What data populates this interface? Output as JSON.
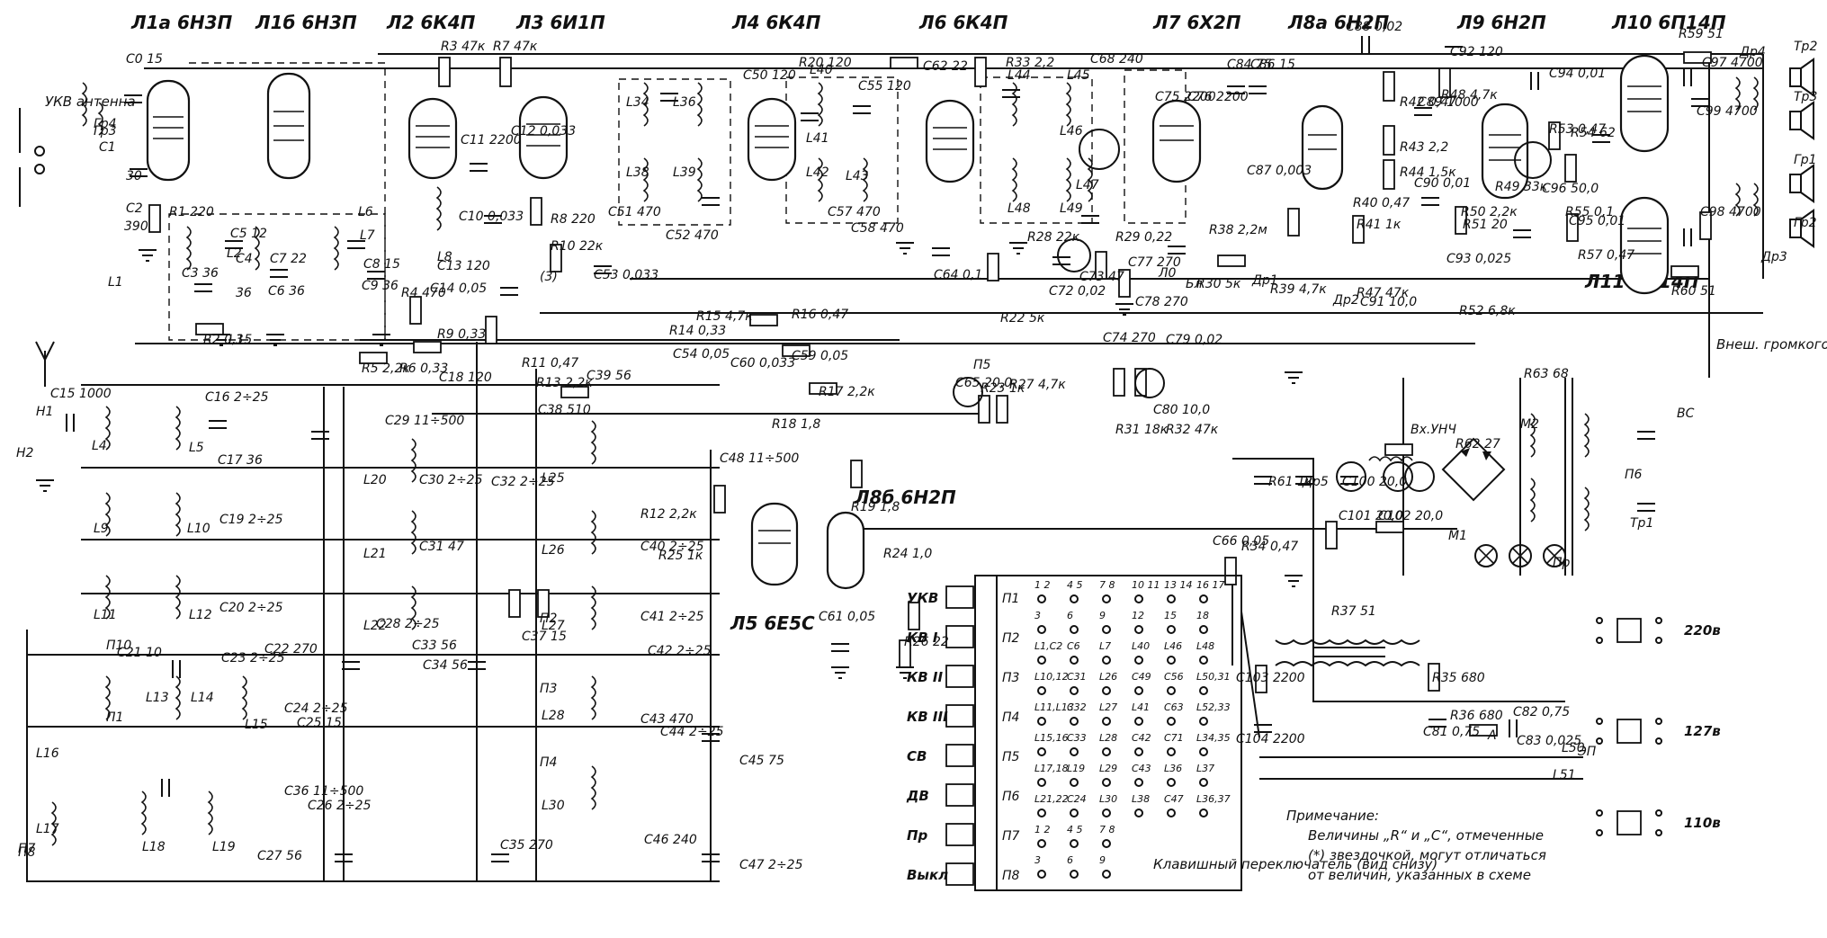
{
  "tube_labels": [
    {
      "text": "Л1а 6Н3П"
    },
    {
      "text": "Л1б 6Н3П"
    },
    {
      "text": "Л2 6К4П"
    },
    {
      "text": "Л3 6И1П"
    },
    {
      "text": "Л4 6К4П"
    },
    {
      "text": "Л6 6К4П"
    },
    {
      "text": "Л7 6Х2П"
    },
    {
      "text": "Л8а 6Н2П"
    },
    {
      "text": "Л9 6Н2П"
    },
    {
      "text": "Л10 6П14П"
    },
    {
      "text": "Л11 6П14П"
    },
    {
      "text": "Л8б 6Н2П"
    },
    {
      "text": "Л5 6Е5С"
    }
  ],
  "component_labels": [
    {
      "text": "C0 15"
    },
    {
      "text": "C1"
    },
    {
      "text": "30"
    },
    {
      "text": "C2"
    },
    {
      "text": "390"
    },
    {
      "text": "R1 220"
    },
    {
      "text": "C3 36"
    },
    {
      "text": "C5 12"
    },
    {
      "text": "C4"
    },
    {
      "text": "36"
    },
    {
      "text": "R2 0,15"
    },
    {
      "text": "C6 36"
    },
    {
      "text": "C7 22"
    },
    {
      "text": "L6"
    },
    {
      "text": "L7"
    },
    {
      "text": "C8 15"
    },
    {
      "text": "C9 36"
    },
    {
      "text": "L8"
    },
    {
      "text": "C10 0,033"
    },
    {
      "text": "C11 2200"
    },
    {
      "text": "R3 47к"
    },
    {
      "text": "R7 47к"
    },
    {
      "text": "C12 0,033"
    },
    {
      "text": "R8 220"
    },
    {
      "text": "R4 470"
    },
    {
      "text": "C14 0,05"
    },
    {
      "text": "R9 0,33"
    },
    {
      "text": "C13 120"
    },
    {
      "text": "R5 2,2к"
    },
    {
      "text": "R6 0,33"
    },
    {
      "text": "C18 120"
    },
    {
      "text": "R10 22к"
    },
    {
      "text": "R11 0,47"
    },
    {
      "text": "R13 2,2к"
    },
    {
      "text": "C39 56"
    },
    {
      "text": "C38 510"
    },
    {
      "text": "R15 4,7к"
    },
    {
      "text": "R14 0,33"
    },
    {
      "text": "C54 0,05"
    },
    {
      "text": "R16 0,47"
    },
    {
      "text": "C59 0,05"
    },
    {
      "text": "C60 0,033"
    },
    {
      "text": "R17 2,2к"
    },
    {
      "text": "C53 0,033"
    },
    {
      "text": "C50 120"
    },
    {
      "text": "C51 470"
    },
    {
      "text": "C52 470"
    },
    {
      "text": "R20 120"
    },
    {
      "text": "C55 120"
    },
    {
      "text": "C57 470"
    },
    {
      "text": "C58 470"
    },
    {
      "text": "C62 22"
    },
    {
      "text": "R33 2,2"
    },
    {
      "text": "C64 0,1"
    },
    {
      "text": "C65 20,0"
    },
    {
      "text": "R23 1к"
    },
    {
      "text": "R22 5к"
    },
    {
      "text": "R27 4,7к"
    },
    {
      "text": "R26 22"
    },
    {
      "text": "R28 22к"
    },
    {
      "text": "C72 0,02"
    },
    {
      "text": "R29 0,22"
    },
    {
      "text": "C73 47"
    },
    {
      "text": "C68 240"
    },
    {
      "text": "C74 270"
    },
    {
      "text": "C79 0,02"
    },
    {
      "text": "C80 10,0"
    },
    {
      "text": "R31 18к"
    },
    {
      "text": "R32 47к"
    },
    {
      "text": "C75 2200"
    },
    {
      "text": "C76 2200"
    },
    {
      "text": "C77 270"
    },
    {
      "text": "C78 270"
    },
    {
      "text": "R30 5к"
    },
    {
      "text": "R38 2,2м"
    },
    {
      "text": "C84 75"
    },
    {
      "text": "C86 15"
    },
    {
      "text": "C87 0,003"
    },
    {
      "text": "R39 4,7к"
    },
    {
      "text": "C88 0,02"
    },
    {
      "text": "C89 1000"
    },
    {
      "text": "R42 0,47"
    },
    {
      "text": "R43 2,2"
    },
    {
      "text": "R44 1,5к"
    },
    {
      "text": "C90 0,01"
    },
    {
      "text": "R40 0,47"
    },
    {
      "text": "R41 1к"
    },
    {
      "text": "R47 47к"
    },
    {
      "text": "C91 10,0"
    },
    {
      "text": "C92 120"
    },
    {
      "text": "R48 4,7к"
    },
    {
      "text": "R49 33к"
    },
    {
      "text": "R50 2,2к"
    },
    {
      "text": "R51 20"
    },
    {
      "text": "C93 0,025"
    },
    {
      "text": "R52 6,8к"
    },
    {
      "text": "C94 0,01"
    },
    {
      "text": "R53 0,47"
    },
    {
      "text": "C96 50,0"
    },
    {
      "text": "R54 62"
    },
    {
      "text": "R55 0,1"
    },
    {
      "text": "C95 0,01"
    },
    {
      "text": "R57 0,47"
    },
    {
      "text": "R59 51"
    },
    {
      "text": "C97 4700"
    },
    {
      "text": "C99 4700"
    },
    {
      "text": "C98 4700"
    },
    {
      "text": "R60 51"
    },
    {
      "text": "C15 1000"
    },
    {
      "text": "C16 2÷25"
    },
    {
      "text": "C17 36"
    },
    {
      "text": "C19 2÷25"
    },
    {
      "text": "C20 2÷25"
    },
    {
      "text": "C21 10"
    },
    {
      "text": "C23 2÷25"
    },
    {
      "text": "C22 270"
    },
    {
      "text": "C24 2÷25"
    },
    {
      "text": "C25 15"
    },
    {
      "text": "C26 2÷25"
    },
    {
      "text": "C27 56"
    },
    {
      "text": "C28 2÷25"
    },
    {
      "text": "C29 11÷500"
    },
    {
      "text": "C30 2÷25"
    },
    {
      "text": "C31 47"
    },
    {
      "text": "C32 2÷25"
    },
    {
      "text": "C33 56"
    },
    {
      "text": "C34 56"
    },
    {
      "text": "C35 270"
    },
    {
      "text": "C36 11÷500"
    },
    {
      "text": "C37 15"
    },
    {
      "text": "R12 2,2к"
    },
    {
      "text": "C40 2÷25"
    },
    {
      "text": "C41 2÷25"
    },
    {
      "text": "C42 2÷25"
    },
    {
      "text": "C43 470"
    },
    {
      "text": "C44 2÷25"
    },
    {
      "text": "C45 75"
    },
    {
      "text": "C46 240"
    },
    {
      "text": "C47 2÷25"
    },
    {
      "text": "C48 11÷500"
    },
    {
      "text": "R18 1,8"
    },
    {
      "text": "R19 1,8"
    },
    {
      "text": "R24 1,0"
    },
    {
      "text": "R25 1к"
    },
    {
      "text": "C61 0,05"
    },
    {
      "text": "C66 0,05"
    },
    {
      "text": "R34 0,47"
    },
    {
      "text": "Вх.УНЧ"
    },
    {
      "text": "R61 1к"
    },
    {
      "text": "Др5"
    },
    {
      "text": "C100 20,0"
    },
    {
      "text": "C101 20,0"
    },
    {
      "text": "C102 20,0"
    },
    {
      "text": "R62 27"
    },
    {
      "text": "R63 68"
    },
    {
      "text": "BC"
    },
    {
      "text": "Тр1"
    },
    {
      "text": "C103 2200"
    },
    {
      "text": "C104 2200"
    },
    {
      "text": "R35 680"
    },
    {
      "text": "C81 0,75"
    },
    {
      "text": "R36 680"
    },
    {
      "text": "C82 0,75"
    },
    {
      "text": "R37 51"
    },
    {
      "text": "C83 0,025"
    },
    {
      "text": "ЭП"
    },
    {
      "text": "Пр"
    },
    {
      "text": "Бл"
    },
    {
      "text": "Л0"
    },
    {
      "text": "Др1"
    },
    {
      "text": "Др2"
    },
    {
      "text": "Др3"
    },
    {
      "text": "Др4"
    },
    {
      "text": "Тр2"
    },
    {
      "text": "Тр3"
    },
    {
      "text": "Гр1"
    },
    {
      "text": "Гр2"
    },
    {
      "text": "Гр3"
    },
    {
      "text": "Гр4"
    },
    {
      "text": "L1"
    },
    {
      "text": "L2"
    },
    {
      "text": "L3"
    },
    {
      "text": "L4"
    },
    {
      "text": "L5"
    },
    {
      "text": "L9"
    },
    {
      "text": "L10"
    },
    {
      "text": "L11"
    },
    {
      "text": "L12"
    },
    {
      "text": "L13"
    },
    {
      "text": "L14"
    },
    {
      "text": "L15"
    },
    {
      "text": "L16"
    },
    {
      "text": "L17"
    },
    {
      "text": "L18"
    },
    {
      "text": "L19"
    },
    {
      "text": "L20"
    },
    {
      "text": "L21"
    },
    {
      "text": "L22"
    },
    {
      "text": "L25"
    },
    {
      "text": "L26"
    },
    {
      "text": "L27"
    },
    {
      "text": "L28"
    },
    {
      "text": "L30"
    },
    {
      "text": "L34"
    },
    {
      "text": "L36"
    },
    {
      "text": "L38"
    },
    {
      "text": "L39"
    },
    {
      "text": "L40"
    },
    {
      "text": "L41"
    },
    {
      "text": "L42"
    },
    {
      "text": "L43"
    },
    {
      "text": "L44"
    },
    {
      "text": "L45"
    },
    {
      "text": "L46"
    },
    {
      "text": "L47"
    },
    {
      "text": "L48"
    },
    {
      "text": "L49"
    },
    {
      "text": "L50"
    },
    {
      "text": "L51"
    },
    {
      "text": "M1"
    },
    {
      "text": "M2"
    },
    {
      "text": "H1"
    },
    {
      "text": "H2"
    },
    {
      "text": "A"
    },
    {
      "text": "(3)"
    },
    {
      "text": "П10"
    },
    {
      "text": "П1"
    },
    {
      "text": "П2"
    },
    {
      "text": "П3"
    },
    {
      "text": "П4"
    },
    {
      "text": "П5"
    },
    {
      "text": "П6"
    },
    {
      "text": "П7"
    },
    {
      "text": "П8"
    }
  ],
  "antenna_label": "УКВ антенна",
  "speaker_label": "Внеш. громкогов.",
  "switch_title": "Клавишный переключатель (вид снизу)",
  "switch_keys": [
    "УКВ",
    "КВ I",
    "КВ II",
    "КВ III",
    "СВ",
    "ДВ",
    "Пр",
    "Выкл"
  ],
  "switch_sections": [
    "П1",
    "П2",
    "П3",
    "П4",
    "П5",
    "П6",
    "П7",
    "П8"
  ],
  "switch_grid": [
    [
      "1 2",
      "4 5",
      "7 8",
      "10 11",
      "13 14",
      "16 17"
    ],
    [
      "3",
      "6",
      "9",
      "12",
      "15",
      "18"
    ],
    [
      "L1,C2",
      "C6",
      "L7",
      "L40",
      "L46",
      "L48"
    ],
    [
      "L10,12",
      "C31",
      "L26",
      "C49",
      "C56",
      "L50,31"
    ],
    [
      "L11,L13",
      "C32",
      "L27",
      "L41",
      "C63",
      "L52,33"
    ],
    [
      "L15,16",
      "C33",
      "L28",
      "C42",
      "C71",
      "L34,35"
    ],
    [
      "L17,18",
      "L19",
      "L29",
      "C43",
      "L36",
      "L37"
    ],
    [
      "L21,22",
      "C24",
      "L30",
      "L38",
      "C47",
      "L36,37"
    ],
    [
      "1 2",
      "4 5",
      "7 8"
    ],
    [
      "3",
      "6",
      "9"
    ]
  ],
  "voltage_labels": [
    "220в",
    "127в",
    "110в"
  ],
  "note_title": "Примечание:",
  "note_lines": [
    "Величины „R“ и „C“, отмеченные",
    "(*) звездочкой, могут отличаться",
    "от величин, указанных в схеме"
  ]
}
